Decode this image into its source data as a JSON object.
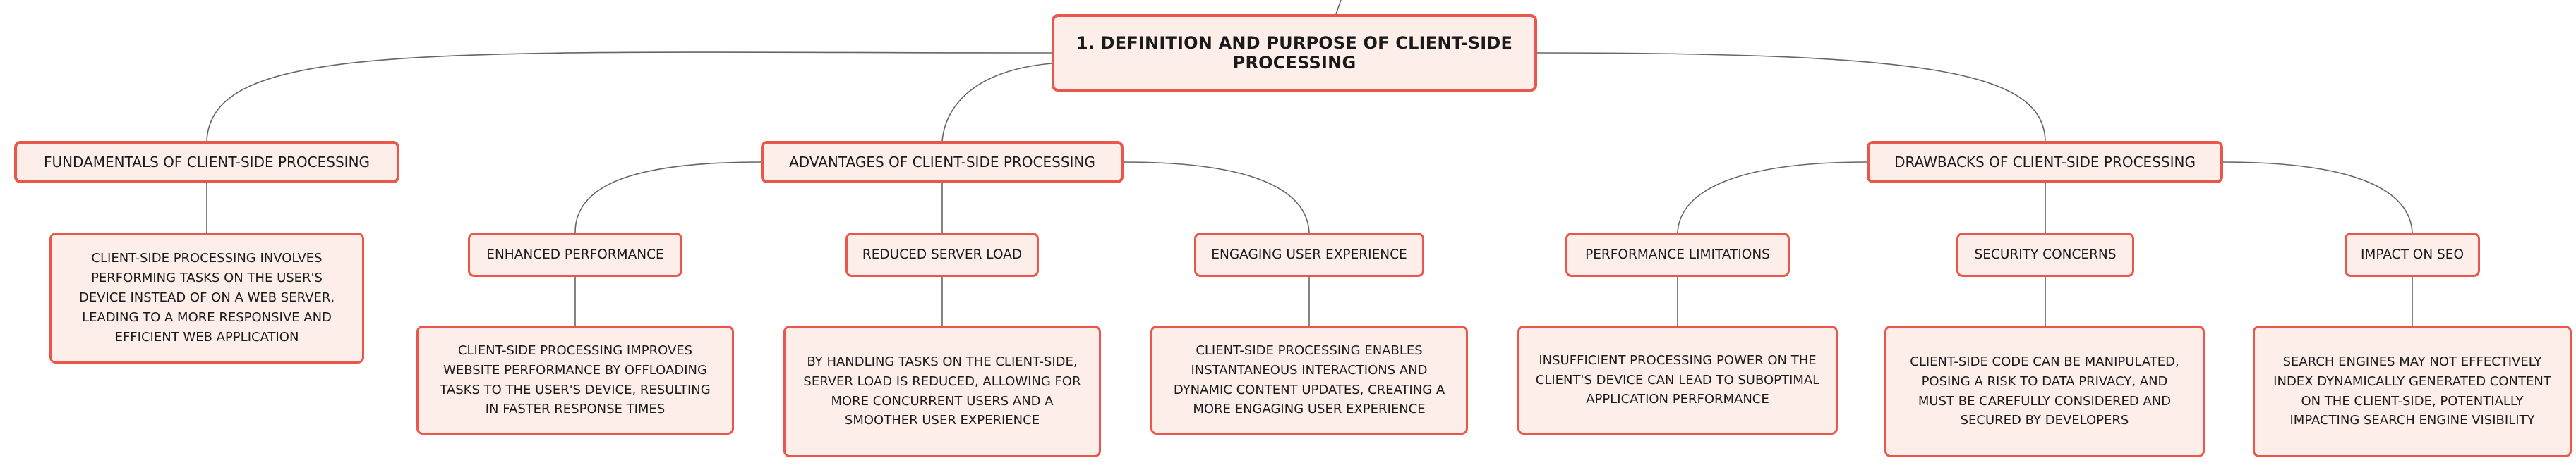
{
  "root": {
    "title": "1. DEFINITION AND PURPOSE OF CLIENT-SIDE PROCESSING"
  },
  "branches": [
    {
      "title": "FUNDAMENTALS OF CLIENT-SIDE PROCESSING",
      "detail": "CLIENT-SIDE PROCESSING INVOLVES PERFORMING TASKS ON THE USER'S DEVICE INSTEAD OF ON A WEB SERVER, LEADING TO A MORE RESPONSIVE AND EFFICIENT WEB APPLICATION"
    },
    {
      "title": "ADVANTAGES OF CLIENT-SIDE PROCESSING",
      "children": [
        {
          "title": "ENHANCED PERFORMANCE",
          "detail": "CLIENT-SIDE PROCESSING IMPROVES WEBSITE PERFORMANCE BY OFFLOADING TASKS TO THE USER'S DEVICE, RESULTING IN FASTER RESPONSE TIMES"
        },
        {
          "title": "REDUCED SERVER LOAD",
          "detail": "BY HANDLING TASKS ON THE CLIENT-SIDE, SERVER LOAD IS REDUCED, ALLOWING FOR MORE CONCURRENT USERS AND A SMOOTHER USER EXPERIENCE"
        },
        {
          "title": "ENGAGING USER EXPERIENCE",
          "detail": "CLIENT-SIDE PROCESSING ENABLES INSTANTANEOUS INTERACTIONS AND DYNAMIC CONTENT UPDATES, CREATING A MORE ENGAGING USER EXPERIENCE"
        }
      ]
    },
    {
      "title": "DRAWBACKS OF CLIENT-SIDE PROCESSING",
      "children": [
        {
          "title": "PERFORMANCE LIMITATIONS",
          "detail": "INSUFFICIENT PROCESSING POWER ON THE CLIENT'S DEVICE CAN LEAD TO SUBOPTIMAL APPLICATION PERFORMANCE"
        },
        {
          "title": "SECURITY CONCERNS",
          "detail": "CLIENT-SIDE CODE CAN BE MANIPULATED, POSING A RISK TO DATA PRIVACY, AND MUST BE CAREFULLY CONSIDERED AND SECURED BY DEVELOPERS"
        },
        {
          "title": "IMPACT ON SEO",
          "detail": "SEARCH ENGINES MAY NOT EFFECTIVELY INDEX DYNAMICALLY GENERATED CONTENT ON THE CLIENT-SIDE, POTENTIALLY IMPACTING SEARCH ENGINE VISIBILITY"
        }
      ]
    }
  ],
  "colors": {
    "node_fill": "#fdeeea",
    "node_border": "#e8574a",
    "connector": "#666666"
  }
}
